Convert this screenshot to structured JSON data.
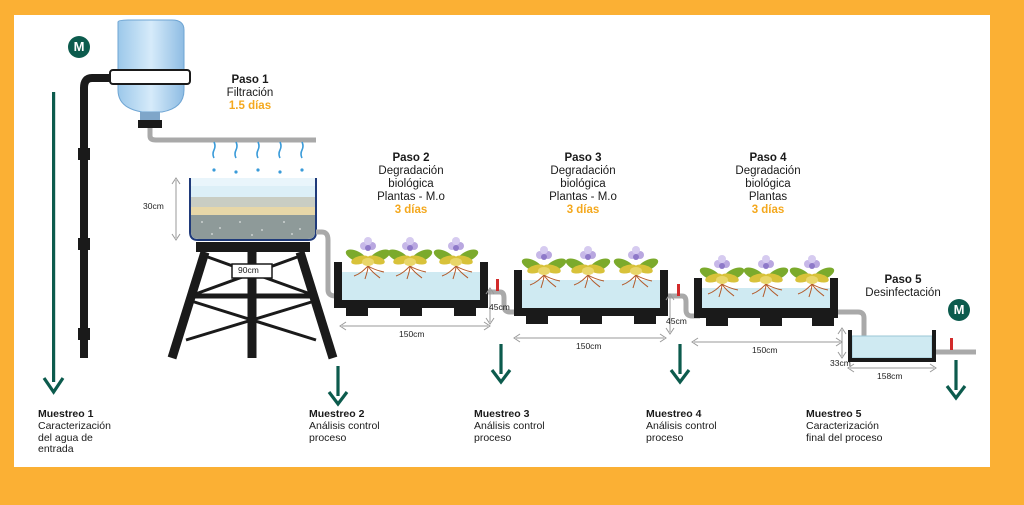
{
  "colors": {
    "frame": "#FBB034",
    "accent_days": "#F4A81D",
    "arrows": "#0C5B4D",
    "water": "#CFEAF2",
    "structure": "#1a1a1a"
  },
  "markers": {
    "m_left": "M",
    "m_right": "M"
  },
  "steps": [
    {
      "title": "Paso 1",
      "lines": [
        "Filtración"
      ],
      "days": "1.5 días"
    },
    {
      "title": "Paso 2",
      "lines": [
        "Degradación",
        "biológica",
        "Plantas - M.o"
      ],
      "days": "3 días"
    },
    {
      "title": "Paso 3",
      "lines": [
        "Degradación",
        "biológica",
        "Plantas - M.o"
      ],
      "days": "3 días"
    },
    {
      "title": "Paso 4",
      "lines": [
        "Degradación",
        "biológica",
        "Plantas"
      ],
      "days": "3 días"
    },
    {
      "title": "Paso 5",
      "lines": [
        "Desinfectación"
      ],
      "days": ""
    }
  ],
  "dimensions": {
    "filter_height": "30cm",
    "filter_width": "90cm",
    "tank2_length": "150cm",
    "tank3_length": "150cm",
    "tank4_length": "150cm",
    "tank5_length": "158cm",
    "drop_2_3": "45cm",
    "drop_3_4": "45cm",
    "drop_4_5": "33cm"
  },
  "samples": [
    {
      "title": "Muestreo 1",
      "lines": [
        "Caracterización",
        "del agua de",
        "entrada"
      ]
    },
    {
      "title": "Muestreo 2",
      "lines": [
        "Análisis control",
        "proceso"
      ]
    },
    {
      "title": "Muestreo 3",
      "lines": [
        "Análisis control",
        "proceso"
      ]
    },
    {
      "title": "Muestreo 4",
      "lines": [
        "Análisis control",
        "proceso"
      ]
    },
    {
      "title": "Muestreo 5",
      "lines": [
        "Caracterización",
        "final del proceso"
      ]
    }
  ],
  "icons": [
    "water-jug-icon",
    "plant-icon",
    "sampling-arrow-icon",
    "valve-icon"
  ]
}
